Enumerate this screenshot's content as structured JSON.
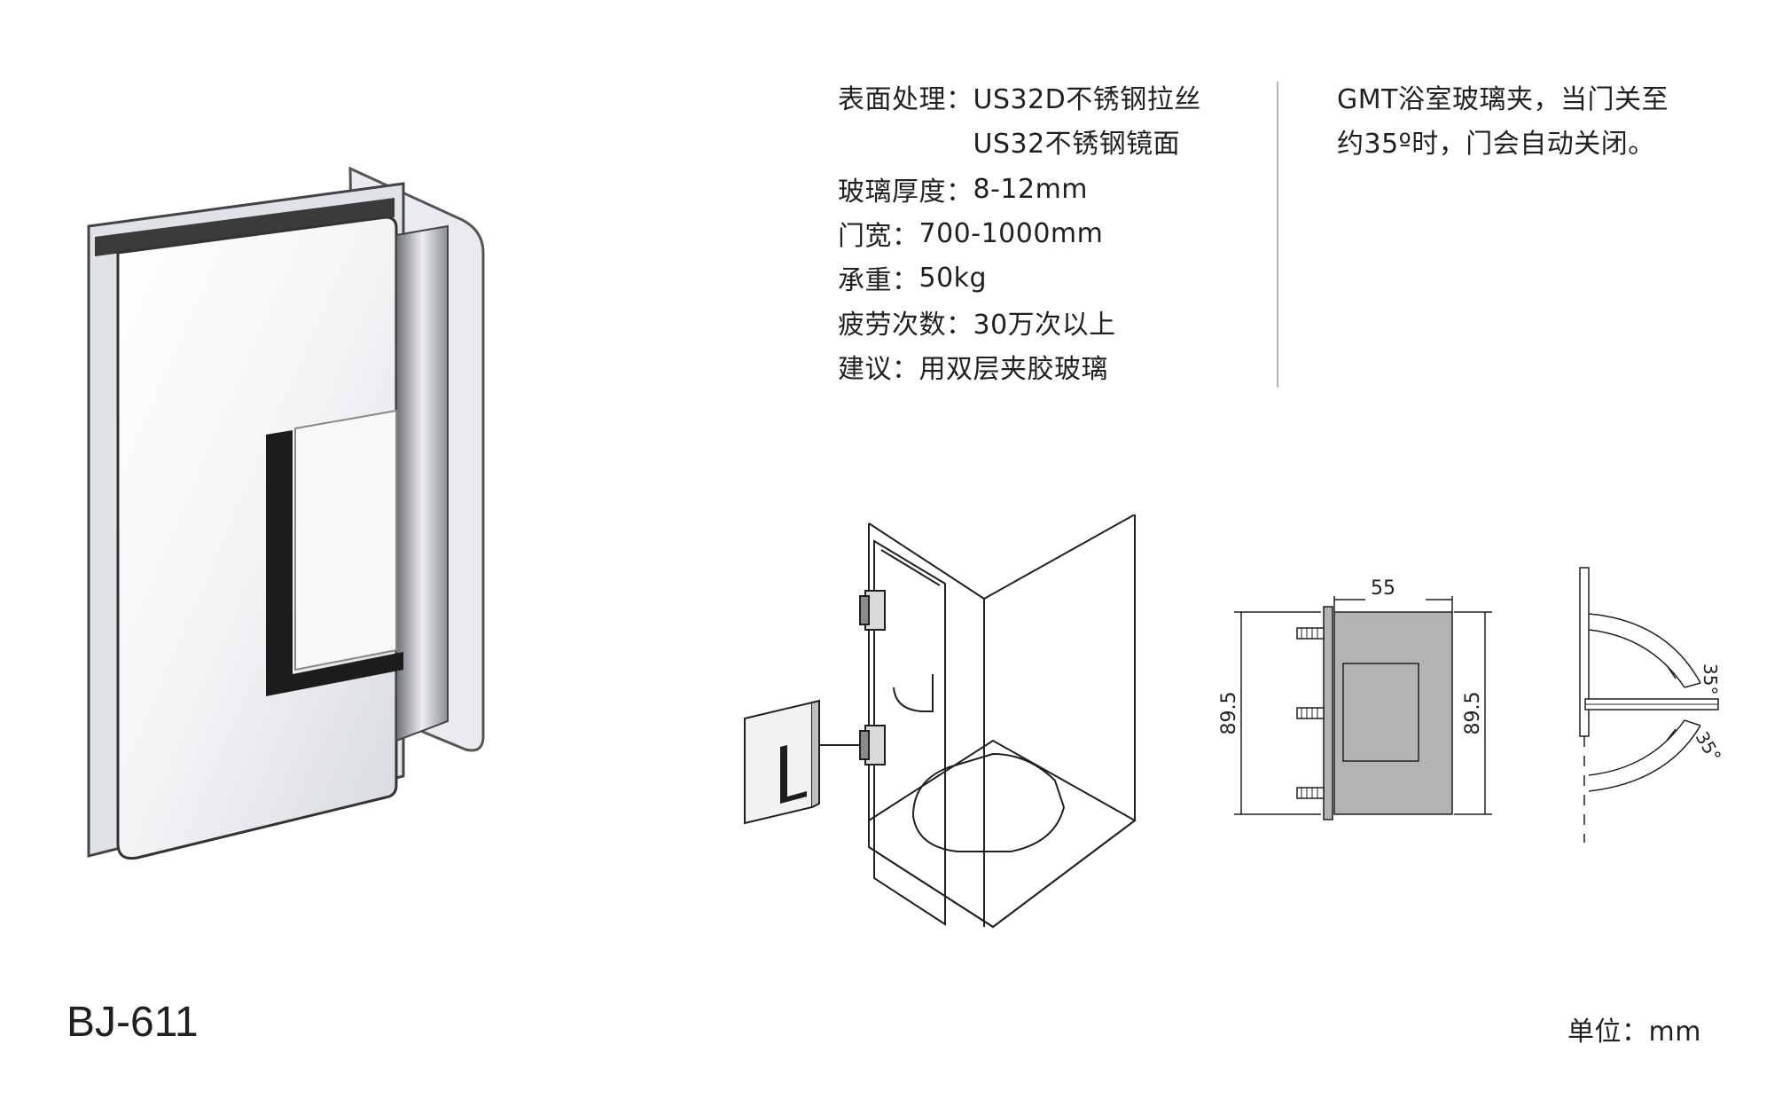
{
  "specs": {
    "surface_label": "表面处理：",
    "surface_values": [
      "US32D不锈钢拉丝",
      "US32不锈钢镜面"
    ],
    "glass_label": "玻璃厚度：",
    "glass_value": "8-12mm",
    "door_width_label": "门宽：",
    "door_width_value": "700-1000mm",
    "load_label": "承重：",
    "load_value": "50kg",
    "fatigue_label": "疲劳次数：",
    "fatigue_value": "30万次以上",
    "advice_label": "建议：",
    "advice_value": "用双层夹胶玻璃"
  },
  "description": {
    "line1": "GMT浴室玻璃夹，当门关至",
    "line2": "约35º时，门会自动关闭。"
  },
  "dimensions": {
    "width": "55",
    "height_left": "89.5",
    "height_right": "89.5"
  },
  "swing": {
    "angle_upper": "35°",
    "angle_lower": "35°"
  },
  "footer": {
    "model": "BJ-611",
    "unit": "单位：mm"
  },
  "colors": {
    "text": "#231f20",
    "diagram_fill": "#b3b3b3",
    "divider": "#b3b3b3"
  }
}
